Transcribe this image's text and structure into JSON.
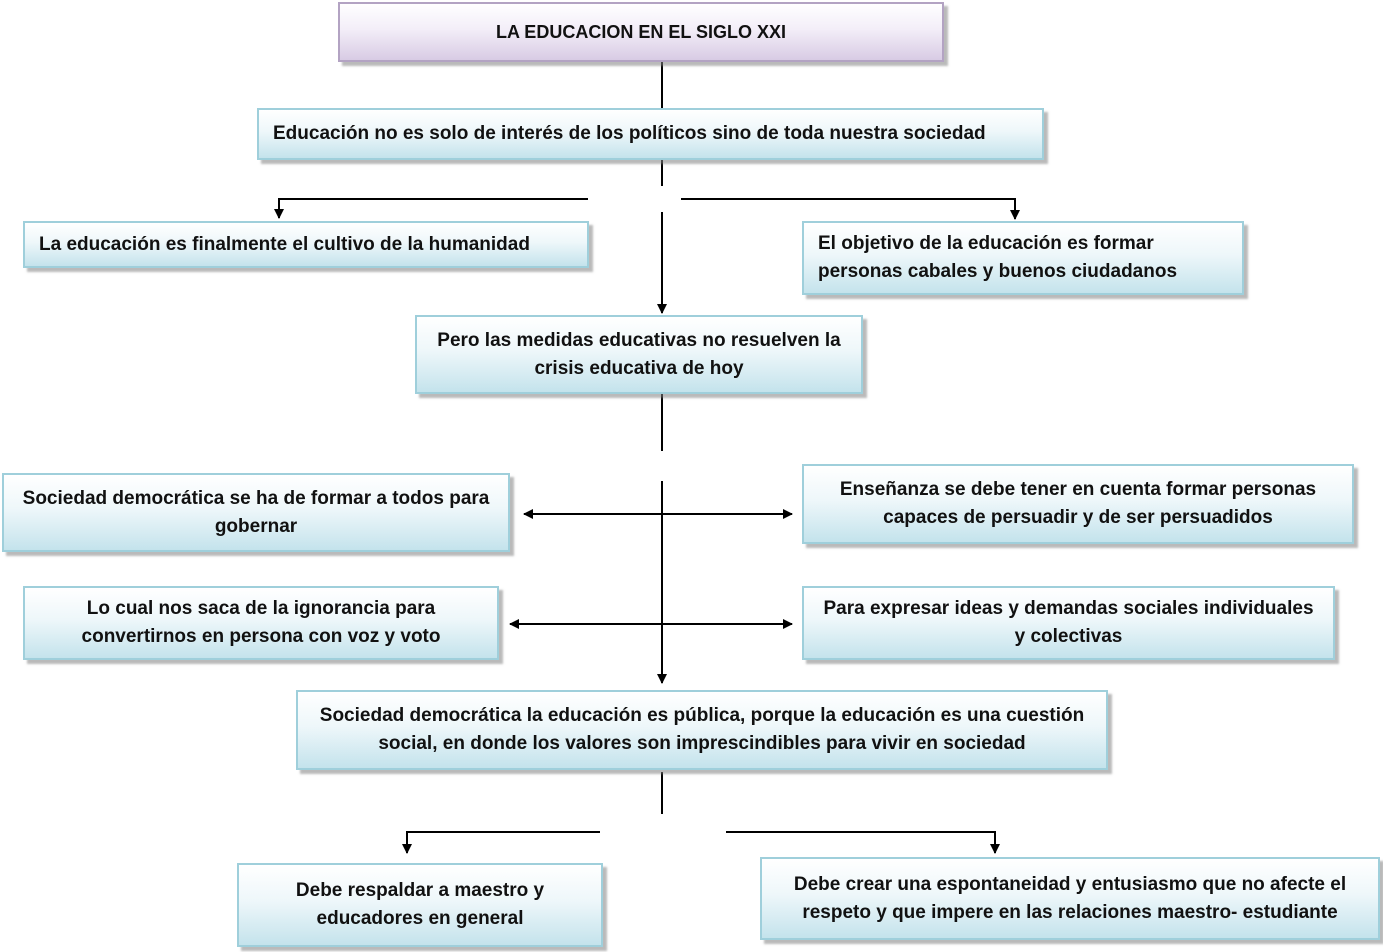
{
  "diagram": {
    "title": "LA EDUCACION EN EL SIGLO XXI",
    "nodes": {
      "intro": "Educación no es solo de interés de los políticos sino de toda nuestra sociedad",
      "cultivo": "La educación es finalmente el cultivo de la humanidad",
      "objetivo": "El objetivo de la educación es formar personas cabales y buenos ciudadanos",
      "medidas": "Pero las medidas educativas no resuelven la crisis educativa de hoy",
      "sociedad_formar": "Sociedad democrática se ha de formar a todos para gobernar",
      "ensenanza": "Enseñanza se debe tener en cuenta formar  personas capaces de persuadir y de ser persuadidos",
      "ignorancia": "Lo cual nos saca de la ignorancia para convertirnos en persona con voz y voto",
      "expresar": "Para expresar ideas y demandas sociales individuales y colectivas",
      "publica": "Sociedad democrática la educación es pública, porque la educación es una cuestión social, en donde los valores son imprescindibles para vivir en sociedad",
      "respaldar": "Debe respaldar a maestro y educadores en general",
      "espontaneidad": "Debe crear una espontaneidad y entusiasmo que no afecte el respeto y que impere en las relaciones maestro- estudiante"
    },
    "colors": {
      "box_border": "#9fcfdb",
      "title_border": "#b3a3c3",
      "line": "#000000"
    }
  }
}
